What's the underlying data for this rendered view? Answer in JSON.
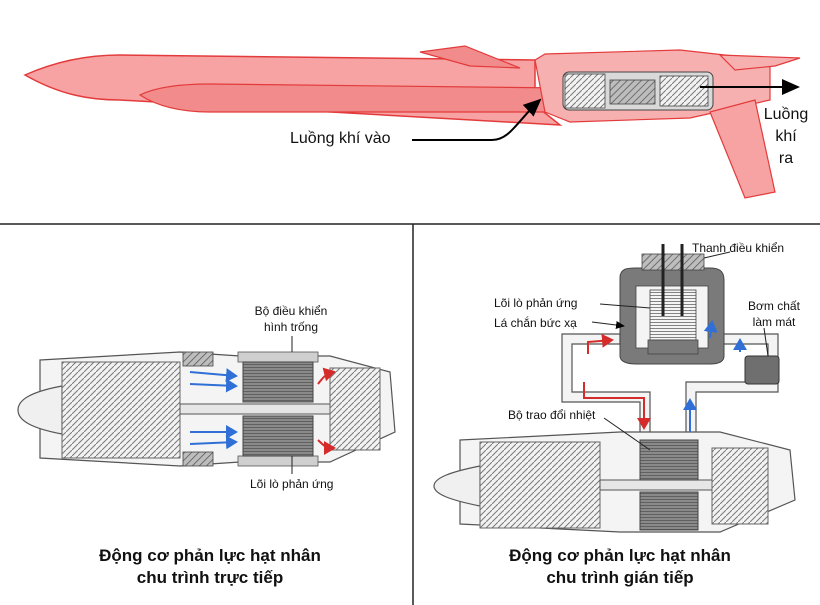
{
  "top": {
    "inlet_label": "Luồng khí vào",
    "outlet_line1": "Luồng",
    "outlet_line2": "khí",
    "outlet_line3": "ra"
  },
  "direct": {
    "controller_line1": "Bộ điều khiển",
    "controller_line2": "hình trống",
    "core_label": "Lõi lò phản ứng",
    "caption_line1": "Động cơ phản lực hạt nhân",
    "caption_line2": "chu trình trực tiếp"
  },
  "indirect": {
    "control_rod_label": "Thanh điều khiển",
    "core_label": "Lõi lò phản ứng",
    "shield_label": "Lá chắn bức xạ",
    "pump_line1": "Bơm chất",
    "pump_line2": "làm mát",
    "heat_exchanger_label": "Bộ trao đổi nhiệt",
    "caption_line1": "Động cơ phản lực hạt nhân",
    "caption_line2": "chu trình gián tiếp"
  },
  "colors": {
    "missile_fill": "#f7a3a3",
    "missile_stroke": "#e33b3b",
    "hot_flow": "#d62b2b",
    "cold_flow": "#2f6fd6"
  }
}
